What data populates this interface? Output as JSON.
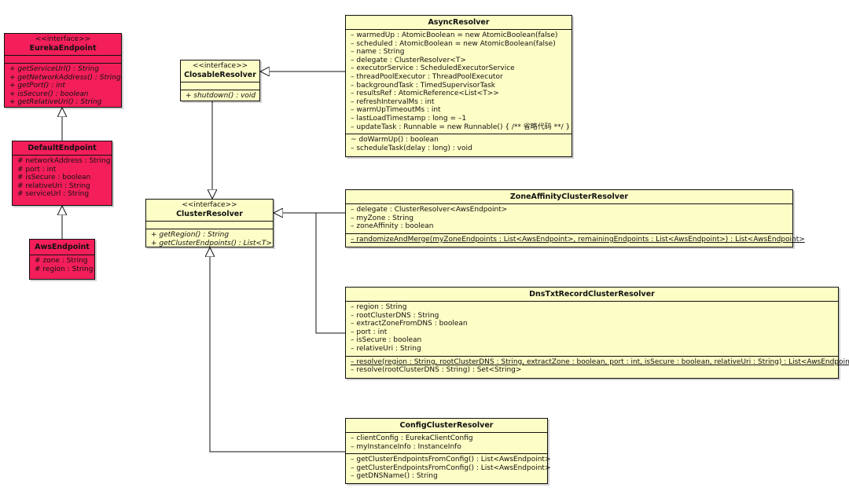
{
  "classes": {
    "eureka_endpoint": {
      "stereotype": "<<interface>>",
      "name": "EurekaEndpoint",
      "attributes": [],
      "operations": [
        "+ getServiceUrl() : String",
        "+ getNetworkAddress() : String",
        "+ getPort() : int",
        "+ isSecure() : boolean",
        "+ getRelativeUri() : String"
      ]
    },
    "default_endpoint": {
      "name": "DefaultEndpoint",
      "attributes": [
        "# networkAddress : String",
        "# port : int",
        "# isSecure : boolean",
        "# relativeUri : String",
        "# serviceUrl : String"
      ]
    },
    "aws_endpoint": {
      "name": "AwsEndpoint",
      "attributes": [
        "# zone : String",
        "# region : String"
      ]
    },
    "closable_resolver": {
      "stereotype": "<<interface>>",
      "name": "ClosableResolver",
      "attributes": [],
      "operations": [
        "+ shutdown() : void"
      ]
    },
    "cluster_resolver": {
      "stereotype": "<<interface>>",
      "name": "ClusterResolver",
      "attributes": [],
      "operations": [
        "+ getRegion() : String",
        "+ getClusterEndpoints() : List<T>"
      ]
    },
    "async_resolver": {
      "name": "AsyncResolver",
      "attributes": [
        "– warmedUp : AtomicBoolean = new AtomicBoolean(false)",
        "– scheduled : AtomicBoolean = new AtomicBoolean(false)",
        "– name : String",
        "– delegate : ClusterResolver<T>",
        "– executorService : ScheduledExecutorService",
        "– threadPoolExecutor : ThreadPoolExecutor",
        "– backgroundTask : TimedSupervisorTask",
        "– resultsRef : AtomicReference<List<T>>",
        "– refreshIntervalMs : int",
        "– warmUpTimeoutMs : int",
        "– lastLoadTimestamp : long = –1",
        "– updateTask : Runnable = new Runnable() { /** 省略代码 **/ }"
      ],
      "operations": [
        "~ doWarmUp() : boolean",
        "– scheduleTask(delay : long) : void"
      ]
    },
    "zone_affinity": {
      "name": "ZoneAffinityClusterResolver",
      "attributes": [
        "– delegate : ClusterResolver<AwsEndpoint>",
        "– myZone : String",
        "– zoneAffinity : boolean"
      ],
      "operations": [
        "– randomizeAndMerge(myZoneEndpoints : List<AwsEndpoint>, remainingEndpoints : List<AwsEndpoint>) : List<AwsEndpoint>"
      ]
    },
    "dns_txt": {
      "name": "DnsTxtRecordClusterResolver",
      "attributes": [
        "– region : String",
        "– rootClusterDNS : String",
        "– extractZoneFromDNS : boolean",
        "– port : int",
        "– isSecure : boolean",
        "– relativeUri : String"
      ],
      "operations": [
        "– resolve(region : String, rootClusterDNS : String, extractZone : boolean, port : int, isSecure : boolean, relativeUri : String) : List<AwsEndpoint>",
        "– resolve(rootClusterDNS : String) : Set<String>"
      ]
    },
    "config_cluster": {
      "name": "ConfigClusterResolver",
      "attributes": [
        "– clientConfig : EurekaClientConfig",
        "– myInstanceInfo : InstanceInfo"
      ],
      "operations": [
        "– getClusterEndpointsFromConfig() : List<AwsEndpoint>",
        "– getClusterEndpointsFromConfig() : List<AwsEndpoint>",
        "– getDNSName() : String"
      ]
    }
  },
  "colors": {
    "class_fill": "#fdfdc6",
    "endpoint_fill": "#f31e5a",
    "line": "#111111"
  }
}
